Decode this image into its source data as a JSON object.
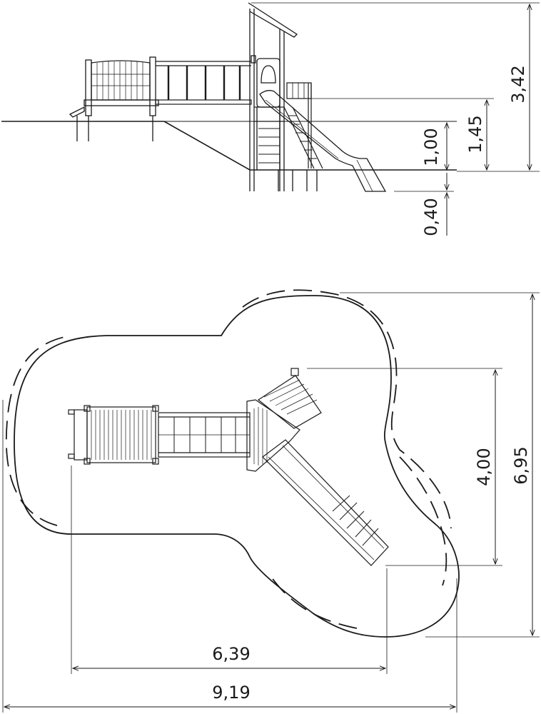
{
  "elevation": {
    "dimensions": {
      "total_height": "3,42",
      "slide_height": "1,45",
      "platform_height": "1,00",
      "footing_depth": "0,40"
    }
  },
  "plan": {
    "dimensions": {
      "structure_depth": "4,00",
      "area_depth": "6,95",
      "structure_width": "6,39",
      "area_width": "9,19"
    }
  },
  "colors": {
    "line": "#1a1a1a",
    "background": "#ffffff"
  }
}
